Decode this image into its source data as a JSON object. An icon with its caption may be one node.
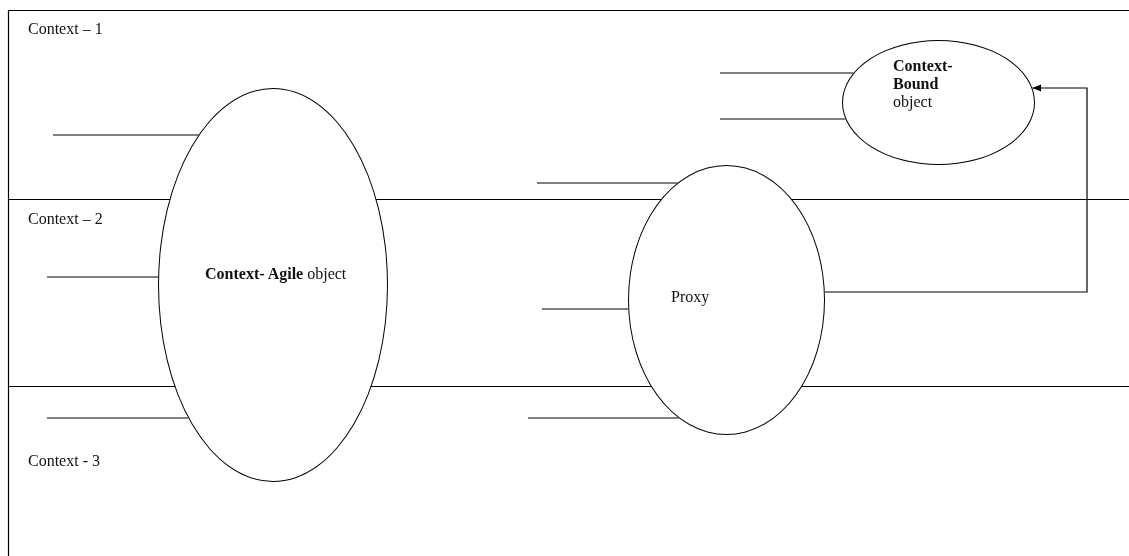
{
  "diagram": {
    "nodes": [
      {
        "text": [
          "**Context- Agile** object"
        ]
      },
      {
        "text": [
          "**Context- Bound** object"
        ]
      },
      {
        "text": [
          "Proxy"
        ]
      }
    ],
    "edges": [
      {
        "from": null,
        "to": 0,
        "arrow": "none"
      },
      {
        "from": null,
        "to": 0,
        "arrow": "none"
      },
      {
        "from": null,
        "to": 0,
        "arrow": "none"
      },
      {
        "from": null,
        "to": 1,
        "arrow": "none"
      },
      {
        "from": null,
        "to": 1,
        "arrow": "none"
      },
      {
        "from": null,
        "to": 2,
        "arrow": "none"
      },
      {
        "from": null,
        "to": 2,
        "arrow": "none"
      },
      {
        "from": null,
        "to": 2,
        "arrow": "none"
      },
      {
        "from": 2,
        "to": 1,
        "arrow": "to"
      }
    ],
    "labels": [
      "Context – 1",
      "Context – 2",
      "Context - 3"
    ]
  }
}
